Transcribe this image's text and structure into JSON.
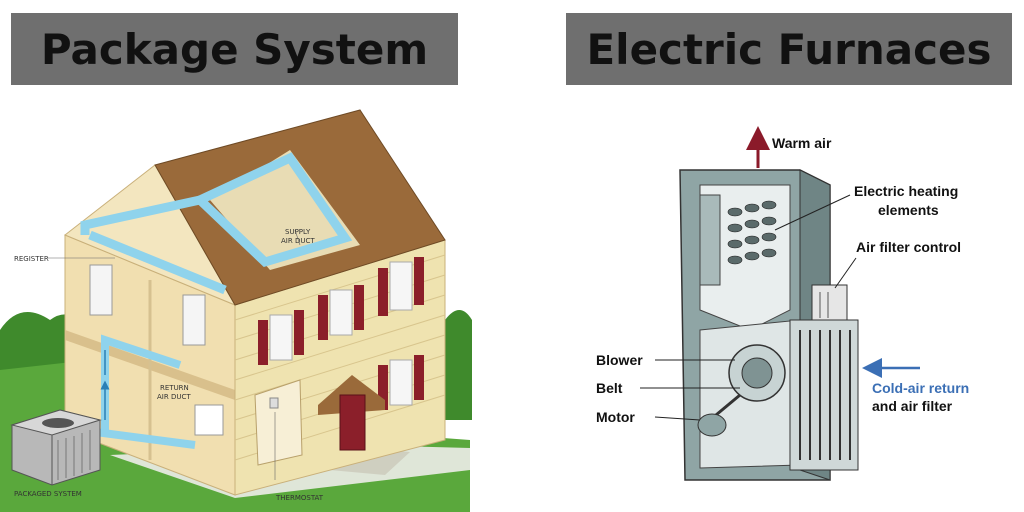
{
  "titles": {
    "left": "Package System",
    "right": "Electric Furnaces"
  },
  "house_labels": {
    "register": "REGISTER",
    "supply_line1": "SUPPLY",
    "supply_line2": "AIR DUCT",
    "return_line1": "RETURN",
    "return_line2": "AIR DUCT",
    "packaged": "PACKAGED SYSTEM",
    "thermostat": "THERMOSTAT"
  },
  "furnace_labels": {
    "warm_air": "Warm air",
    "heating_line1": "Electric heating",
    "heating_line2": "elements",
    "filter_control": "Air filter control",
    "blower": "Blower",
    "belt": "Belt",
    "motor": "Motor",
    "cold_line1": "Cold-air return",
    "cold_line2": "and air filter"
  },
  "colors": {
    "title_bg": "#6f6f6f",
    "roof": "#9a6a3a",
    "siding": "#efe3b0",
    "shutter": "#8b1f2a",
    "duct": "#8fd3ec",
    "grass": "#5aa83c",
    "furnace_body": "#8fa5a5",
    "warm_arrow": "#8b1a2a",
    "cold_arrow": "#3b6fb5"
  }
}
